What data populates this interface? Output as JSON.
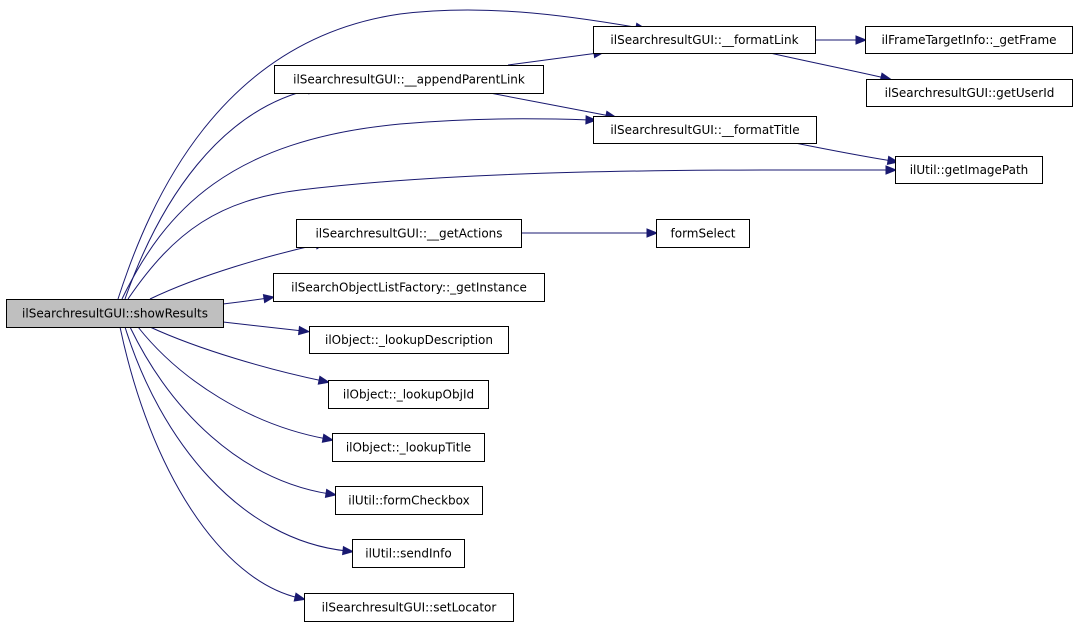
{
  "diagram": {
    "type": "call-graph",
    "colors": {
      "root_fill": "#bfbfbf",
      "node_fill": "#ffffff",
      "border": "#000000",
      "edge": "#191970"
    },
    "nodes": [
      {
        "id": "root",
        "label": "ilSearchresultGUI::showResults",
        "root": true
      },
      {
        "id": "formatLink",
        "label": "ilSearchresultGUI::__formatLink"
      },
      {
        "id": "getFrame",
        "label": "ilFrameTargetInfo::_getFrame"
      },
      {
        "id": "appendParentLink",
        "label": "ilSearchresultGUI::__appendParentLink"
      },
      {
        "id": "getUserId",
        "label": "ilSearchresultGUI::getUserId"
      },
      {
        "id": "formatTitle",
        "label": "ilSearchresultGUI::__formatTitle"
      },
      {
        "id": "getImagePath",
        "label": "ilUtil::getImagePath"
      },
      {
        "id": "getActions",
        "label": "ilSearchresultGUI::__getActions"
      },
      {
        "id": "formSelect",
        "label": "formSelect"
      },
      {
        "id": "getInstance",
        "label": "ilSearchObjectListFactory::_getInstance"
      },
      {
        "id": "lookupDescription",
        "label": "ilObject::_lookupDescription"
      },
      {
        "id": "lookupObjId",
        "label": "ilObject::_lookupObjId"
      },
      {
        "id": "lookupTitle",
        "label": "ilObject::_lookupTitle"
      },
      {
        "id": "formCheckbox",
        "label": "ilUtil::formCheckbox"
      },
      {
        "id": "sendInfo",
        "label": "ilUtil::sendInfo"
      },
      {
        "id": "setLocator",
        "label": "ilSearchresultGUI::setLocator"
      }
    ],
    "edges": [
      {
        "from": "root",
        "to": "formatLink"
      },
      {
        "from": "root",
        "to": "appendParentLink"
      },
      {
        "from": "root",
        "to": "formatTitle"
      },
      {
        "from": "root",
        "to": "getImagePath"
      },
      {
        "from": "root",
        "to": "getActions"
      },
      {
        "from": "root",
        "to": "getInstance"
      },
      {
        "from": "root",
        "to": "lookupDescription"
      },
      {
        "from": "root",
        "to": "lookupObjId"
      },
      {
        "from": "root",
        "to": "lookupTitle"
      },
      {
        "from": "root",
        "to": "formCheckbox"
      },
      {
        "from": "root",
        "to": "sendInfo"
      },
      {
        "from": "root",
        "to": "setLocator"
      },
      {
        "from": "appendParentLink",
        "to": "formatLink"
      },
      {
        "from": "appendParentLink",
        "to": "formatTitle"
      },
      {
        "from": "formatLink",
        "to": "getFrame"
      },
      {
        "from": "formatLink",
        "to": "getUserId"
      },
      {
        "from": "formatTitle",
        "to": "getImagePath"
      },
      {
        "from": "getActions",
        "to": "formSelect"
      }
    ]
  }
}
